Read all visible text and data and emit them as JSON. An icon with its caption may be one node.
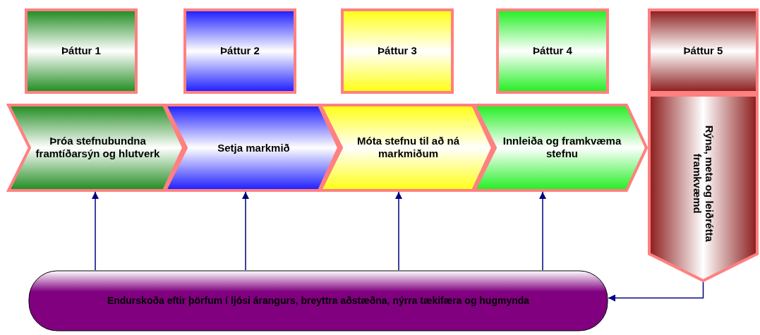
{
  "diagram": {
    "nodes": [
      {
        "text": [
          "Þáttur 1"
        ]
      },
      {
        "text": [
          "Þáttur 2"
        ]
      },
      {
        "text": [
          "Þáttur 3"
        ]
      },
      {
        "text": [
          "Þáttur 4"
        ]
      },
      {
        "text": [
          "Þáttur 5"
        ]
      },
      {
        "text": [
          "Þróa stefnubundna framtíðarsýn og hlutverk"
        ]
      },
      {
        "text": [
          "Setja markmið"
        ]
      },
      {
        "text": [
          "Móta stefnu til að ná markmiðum"
        ]
      },
      {
        "text": [
          "Innleiða og framkvæma stefnu"
        ]
      },
      {
        "text": [
          "Rýna, meta og leiðrétta framkvæmd"
        ]
      },
      {
        "text": [
          "Endurskoða eftir þörfum í ljósi árangurs, breyttra aðstæðna, nýrra tækifæra og hugmynda"
        ]
      }
    ],
    "edges": [
      {
        "from": 10,
        "to": 5,
        "arrow": "to"
      },
      {
        "from": 10,
        "to": 6,
        "arrow": "to"
      },
      {
        "from": 10,
        "to": 7,
        "arrow": "to"
      },
      {
        "from": 10,
        "to": 8,
        "arrow": "to"
      },
      {
        "from": 9,
        "to": 10,
        "arrow": "to"
      }
    ]
  }
}
